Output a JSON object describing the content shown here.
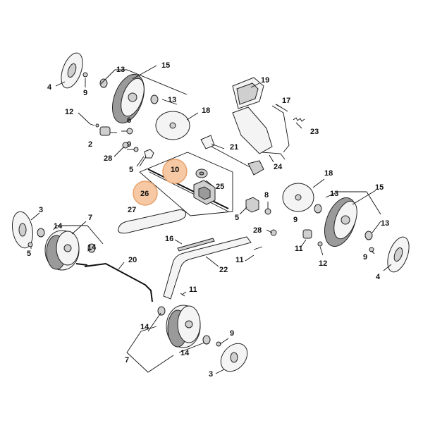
{
  "labels": {
    "l2": "2",
    "l3a": "3",
    "l3b": "3",
    "l4a": "4",
    "l4b": "4",
    "l5a": "5",
    "l5b": "5",
    "l6": "6",
    "l7a": "7",
    "l7b": "7",
    "l8": "8",
    "l9a": "9",
    "l9b": "9",
    "l9c": "9",
    "l9d": "9",
    "l10": "10",
    "l11a": "11",
    "l11b": "11",
    "l12a": "12",
    "l12b": "12",
    "l13a": "13",
    "l13b": "13",
    "l13c": "13",
    "l13d": "13",
    "l14a": "14",
    "l14b": "14",
    "l14c": "14",
    "l14d": "14",
    "l15a": "15",
    "l15b": "15",
    "l16": "16",
    "l17": "17",
    "l18a": "18",
    "l18b": "18",
    "l19": "19",
    "l20": "20",
    "l21": "21",
    "l22": "22",
    "l23": "23",
    "l24": "24",
    "l25": "25",
    "l26": "26",
    "l27": "27",
    "l28a": "28",
    "l28b": "28"
  },
  "colors": {
    "highlight_fill": "#f6c9a4",
    "highlight_stroke": "#e8a26c",
    "line": "#111111"
  }
}
